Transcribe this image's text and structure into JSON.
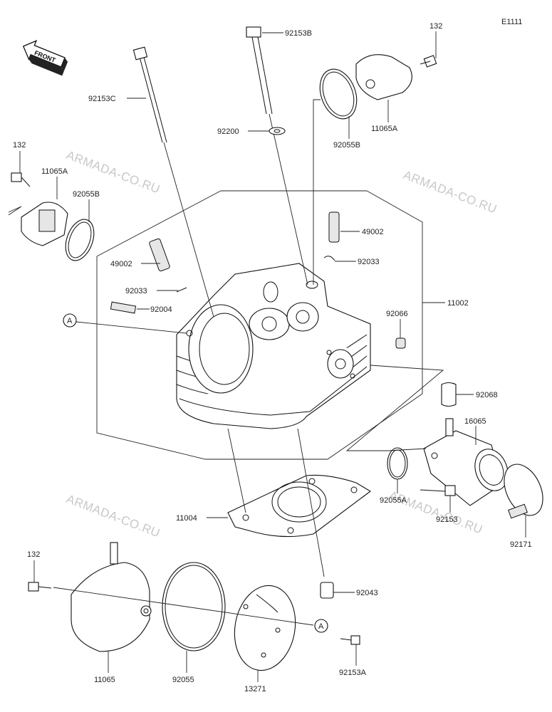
{
  "diagram": {
    "code": "E1111",
    "front_label": "FRONT",
    "reference_marker": "A",
    "watermark": "ARMADA-CO.RU",
    "callouts": [
      "92153B",
      "132",
      "92153C",
      "92200",
      "92055B",
      "11065A",
      "132",
      "11065A",
      "92055B",
      "49002",
      "49002",
      "92033",
      "92033",
      "92004",
      "11002",
      "92066",
      "92068",
      "16065",
      "92055A",
      "92153",
      "92171",
      "11004",
      "132",
      "92043",
      "11065",
      "92055",
      "13271",
      "92153A"
    ]
  }
}
